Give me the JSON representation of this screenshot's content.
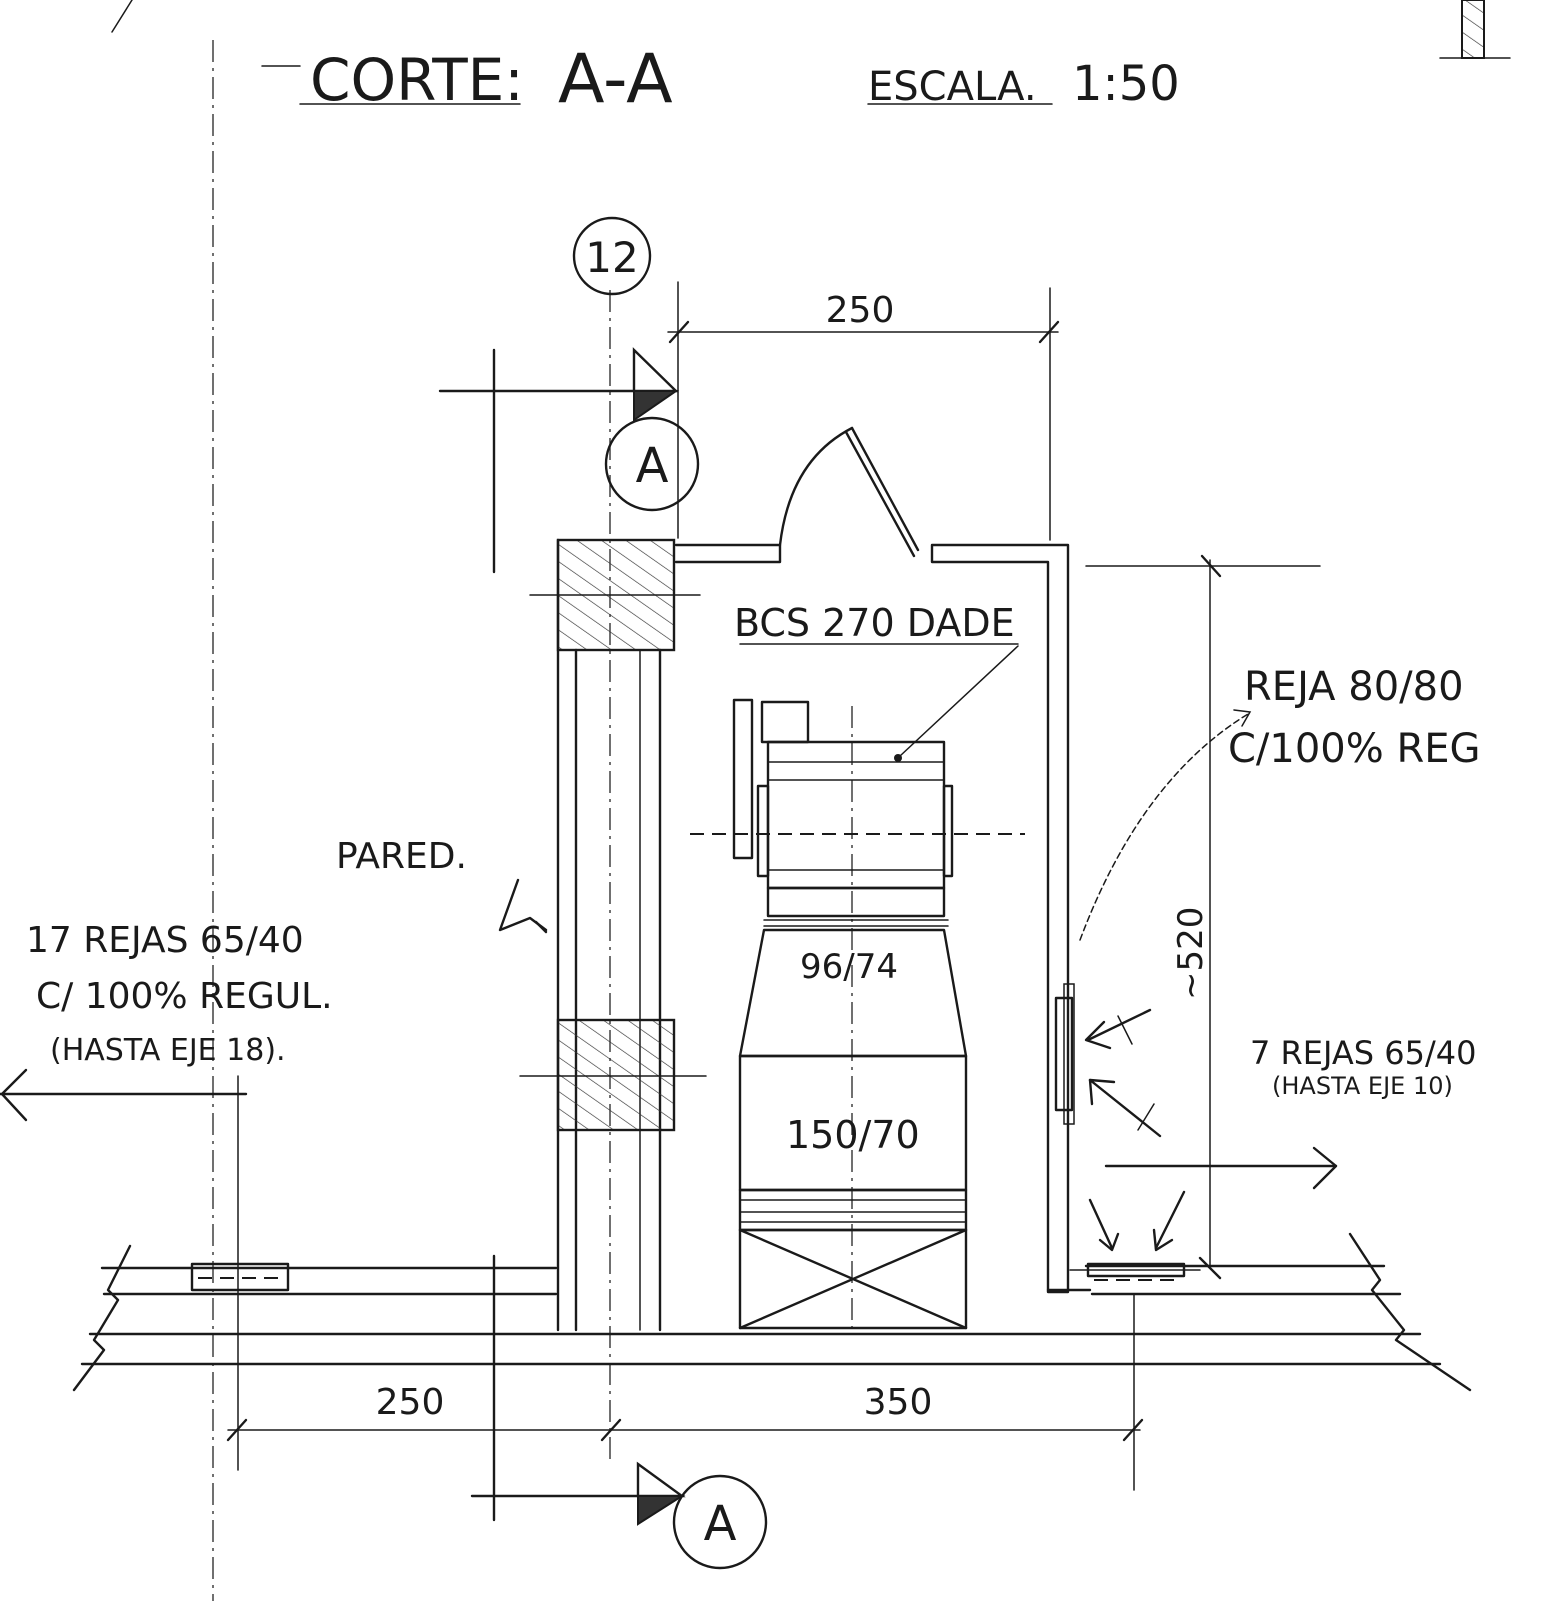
{
  "title": {
    "label": "CORTE:",
    "section": "A-A",
    "scale_label": "ESCALA.",
    "scale_value": "1:50"
  },
  "markers": {
    "axis": "12",
    "section_top": "A",
    "section_bottom": "A"
  },
  "dimensions": {
    "top_width": "250",
    "bottom_left": "250",
    "bottom_right": "350",
    "height": "~520"
  },
  "labels": {
    "unit": "BCS 270  DADE",
    "transition": "96/74",
    "duct": "150/70",
    "wall": "PARED.",
    "grille_main_1": "REJA  80/80",
    "grille_main_2": "C/100%  REG",
    "left_grilles_1": "17 REJAS   65/40",
    "left_grilles_2": "C/ 100%  REGUL.",
    "left_grilles_3": "(HASTA  EJE  18).",
    "right_grilles_1": "7 REJAS  65/40",
    "right_grilles_2": "(HASTA  EJE  10)"
  }
}
